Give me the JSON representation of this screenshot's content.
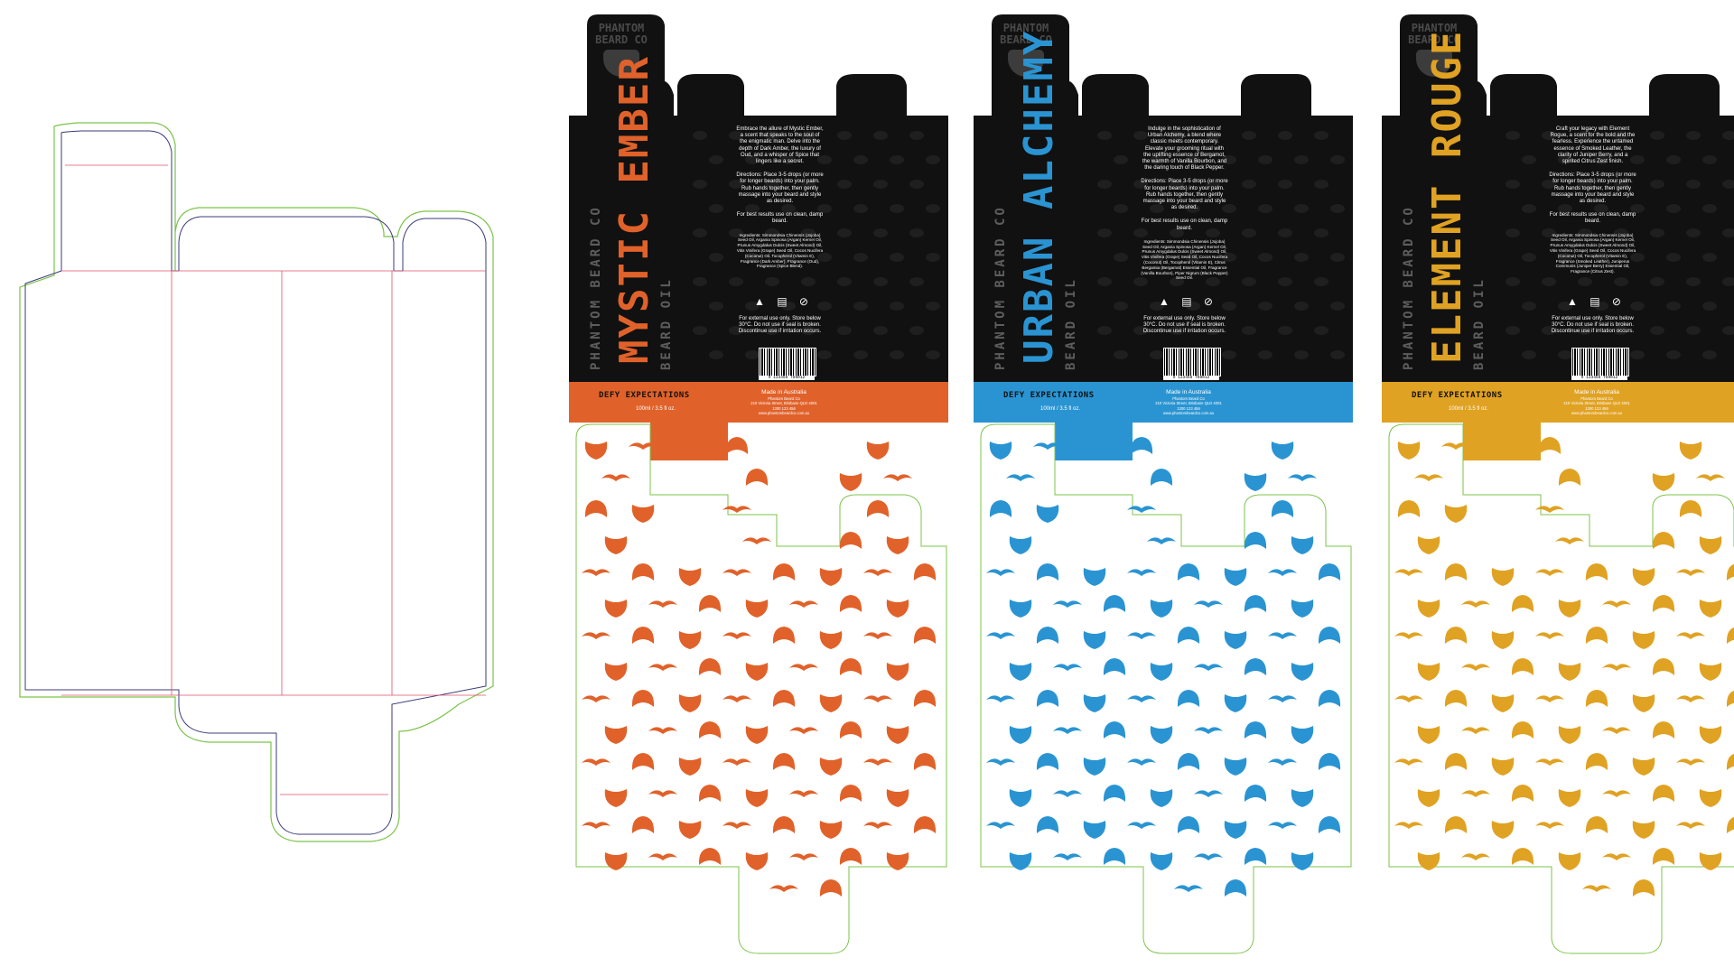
{
  "template": {
    "label": "dieline",
    "colors": {
      "cut": "#3b3b7a",
      "fold": "#e0506a",
      "bleed": "#7cc34a"
    }
  },
  "brand": {
    "name_line1": "PHANTOM",
    "name_line2": "BEARD CO",
    "vertical_brand": "PHANTOM BEARD CO",
    "product_type": "BEARD OIL",
    "tagline": "DEFY EXPECTATIONS",
    "made_in": "Made in Australia",
    "address_lines": [
      "Phantom Beard Co",
      "210 Victoria Street, Brisbane QLD 4001",
      "1300 123 456",
      "www.phantombeardco.com.au"
    ],
    "directions": "Directions: Place 3-5 drops (or more for longer beards) into your palm. Rub hands together, then gently massage into your beard and style as desired.",
    "best_results": "For best results use on clean, damp beard.",
    "warning": "For external use only. Store below 30°C. Do not use if seal is broken. Discontinue use if irritation occurs.",
    "barcode_number": "9 123456 789012",
    "symbols": [
      "recycle-icon",
      "box-icon",
      "no-animal-testing-icon"
    ]
  },
  "boxes": [
    {
      "product": "MYSTIC EMBER",
      "accent": "#e0622a",
      "volume": "100ml / 3.5 fl oz.",
      "description": "Embrace the allure of Mystic Ember, a scent that speaks to the soul of the enigmatic man. Delve into the depth of Dark Amber, the luxury of Oud, and a whisper of Spice that lingers like a secret.",
      "ingredients": "Ingredients: Simmondsia Chinensis (Jojoba) Seed Oil, Argania Spinosa (Argan) Kernel Oil, Prunus Amygdalus Dulcis (Sweet Almond) Oil, Vitis Vinifera (Grape) Seed Oil, Cocos Nucifera (Coconut) Oil, Tocopherol (Vitamin E), Fragrance (Dark Amber), Fragrance (Oud), Fragrance (Spice Blend)."
    },
    {
      "product": "URBAN ALCHEMY",
      "accent": "#2a94d2",
      "volume": "100ml / 3.5 fl oz.",
      "description": "Indulge in the sophistication of Urban Alchemy, a blend where classic meets contemporary. Elevate your grooming ritual with the uplifting essence of Bergamot, the warmth of Vanilla Bourbon, and the daring touch of Black Pepper.",
      "ingredients": "Ingredients: Simmondsia Chinensis (Jojoba) Seed Oil, Argania Spinosa (Argan) Kernel Oil, Prunus Amygdalus Dulcis (Sweet Almond) Oil, Vitis Vinifera (Grape) Seed Oil, Cocos Nucifera (Coconut) Oil, Tocopherol (Vitamin E), Citrus Bergamia (Bergamot) Essential Oil, Fragrance (Vanilla Bourbon), Piper Nigrum (Black Pepper) Seed Oil."
    },
    {
      "product": "ELEMENT ROUGE",
      "accent": "#e0a223",
      "volume": "100ml / 3.5 fl oz.",
      "description": "Craft your legacy with Element Rogue, a scent for the bold and the fearless. Experience the untamed essence of Smoked Leather, the clarity of Juniper Berry, and a spirited Citrus Zest finish.",
      "ingredients": "Ingredients: Simmondsia Chinensis (Jojoba) Seed Oil, Argania Spinosa (Argan) Kernel Oil, Prunus Amygdalus Dulcis (Sweet Almond) Oil, Vitis Vinifera (Grape) Seed Oil, Cocos Nucifera (Coconut) Oil, Tocopherol (Vitamin E), Fragrance (Smoked Leather), Juniperus Communis (Juniper Berry) Essential Oil, Fragrance (Citrus Zest)."
    }
  ]
}
